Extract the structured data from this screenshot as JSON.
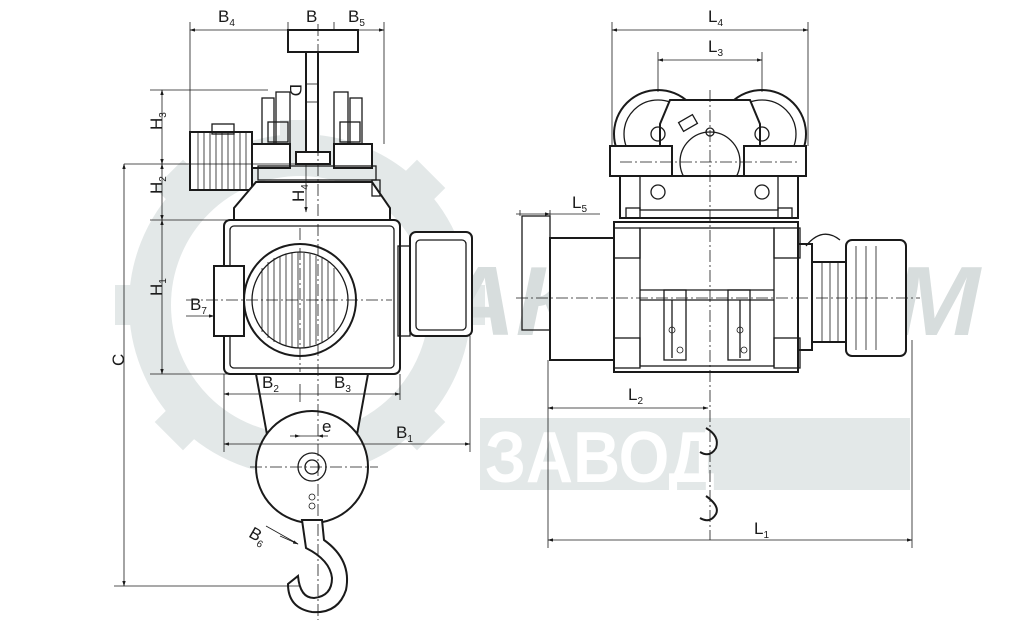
{
  "watermark": {
    "line1": "АКСИМАМ",
    "line2": "ЗАВОД",
    "color": "#d7dddd"
  },
  "dimensions": {
    "B4": {
      "main": "B",
      "sub": "4"
    },
    "B": {
      "main": "B",
      "sub": ""
    },
    "B5": {
      "main": "B",
      "sub": "5"
    },
    "D": {
      "main": "D",
      "sub": ""
    },
    "H3": {
      "main": "H",
      "sub": "3"
    },
    "H2": {
      "main": "H",
      "sub": "2"
    },
    "H4": {
      "main": "H",
      "sub": "4"
    },
    "H1": {
      "main": "H",
      "sub": "1"
    },
    "B7": {
      "main": "B",
      "sub": "7"
    },
    "C": {
      "main": "C",
      "sub": ""
    },
    "B2": {
      "main": "B",
      "sub": "2"
    },
    "B3": {
      "main": "B",
      "sub": "3"
    },
    "e": {
      "main": "e",
      "sub": ""
    },
    "B1": {
      "main": "B",
      "sub": "1"
    },
    "B6": {
      "main": "B",
      "sub": "6"
    },
    "L4": {
      "main": "L",
      "sub": "4"
    },
    "L3": {
      "main": "L",
      "sub": "3"
    },
    "L5": {
      "main": "L",
      "sub": "5"
    },
    "L2": {
      "main": "L",
      "sub": "2"
    },
    "L1": {
      "main": "L",
      "sub": "1"
    }
  }
}
